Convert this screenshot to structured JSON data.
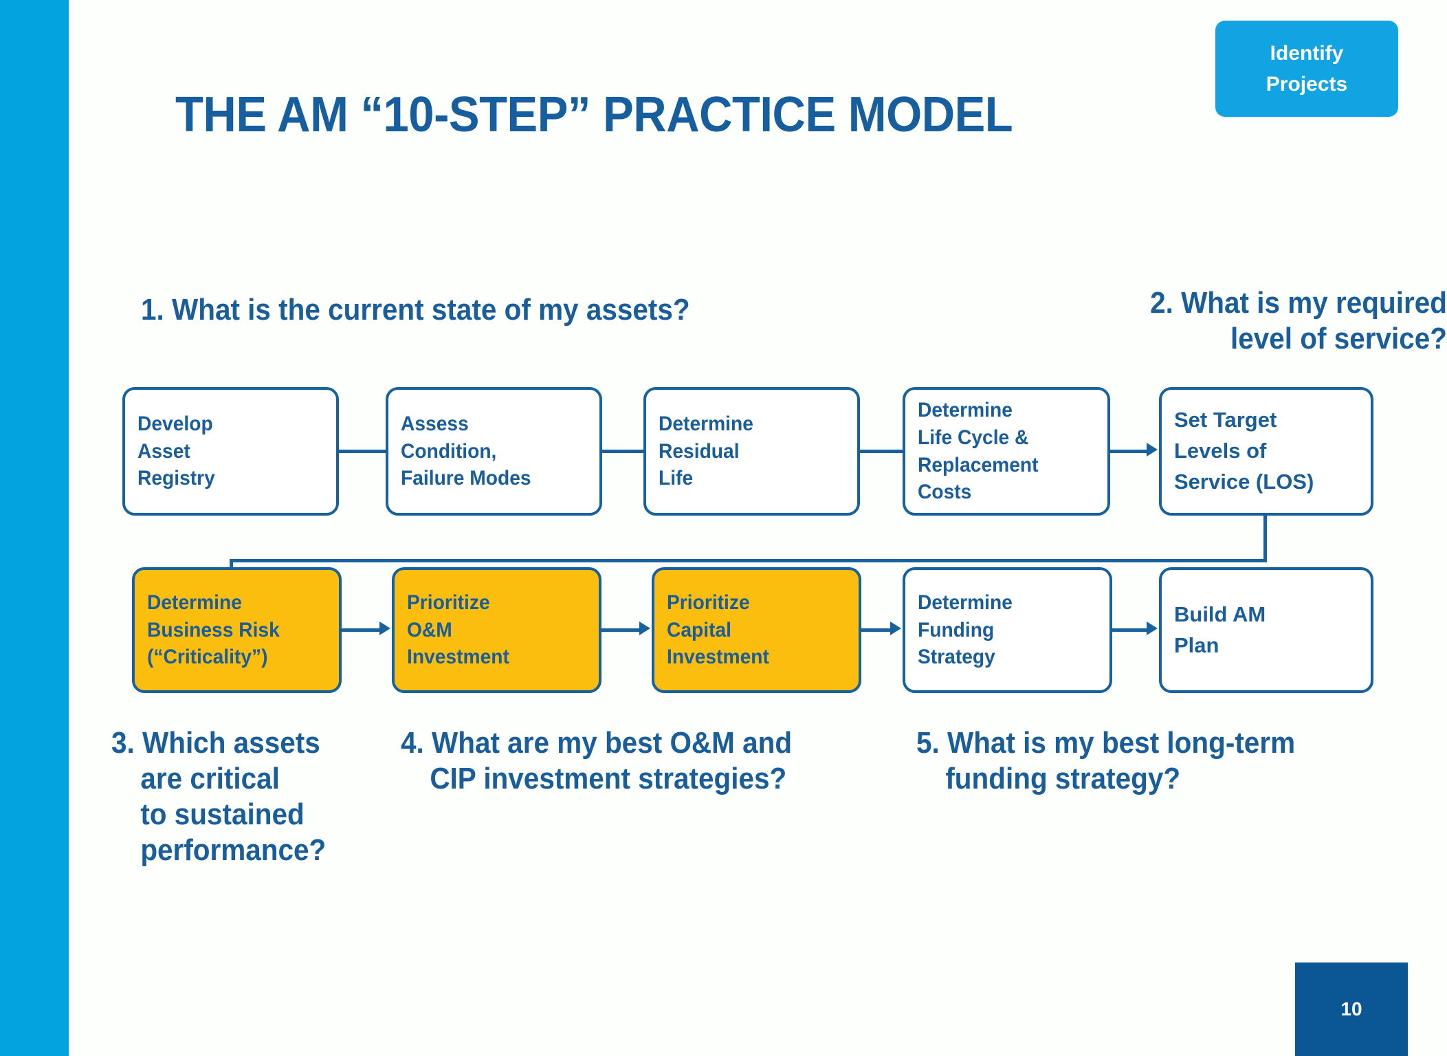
{
  "slide": {
    "title": "THE AM “10-STEP” PRACTICE MODEL",
    "page_number": "10",
    "accent_stripe_color": "#03A3E0",
    "background_color": "#FCFFFC"
  },
  "badge": {
    "line1": "Identify",
    "line2": "Projects",
    "color": "#11A3E2",
    "text_color": "#FFFFFF"
  },
  "questions": [
    {
      "number": "1.",
      "lines": [
        "1. What is the current state of my assets?"
      ]
    },
    {
      "number": "2.",
      "lines": [
        "2. What is my required",
        "level of service?"
      ]
    },
    {
      "number": "3.",
      "lines": [
        "3. Which assets",
        "are critical",
        "to sustained",
        "performance?"
      ]
    },
    {
      "number": "4.",
      "lines": [
        "4. What are my best O&M and",
        "CIP investment strategies?"
      ]
    },
    {
      "number": "5.",
      "lines": [
        "5. What is my best long-term",
        "funding strategy?"
      ]
    }
  ],
  "flow": {
    "box_border_color": "#18619F",
    "box_text_color": "#1A5D9B",
    "highlight_color": "#FBBE0E",
    "row1": [
      {
        "label": "Develop\nAsset\nRegistry",
        "highlight": false
      },
      {
        "label": "Assess\nCondition,\nFailure Modes",
        "highlight": false
      },
      {
        "label": "Determine\nResidual\nLife",
        "highlight": false
      },
      {
        "label": "Determine\nLife Cycle &\nReplacement\nCosts",
        "highlight": false
      },
      {
        "label": "Set Target\nLevels of\nService (LOS)",
        "highlight": false
      }
    ],
    "row2": [
      {
        "label": "Determine\nBusiness Risk\n(“Criticality”)",
        "highlight": true
      },
      {
        "label": "Prioritize\nO&M\nInvestment",
        "highlight": true
      },
      {
        "label": "Prioritize\nCapital\nInvestment",
        "highlight": true
      },
      {
        "label": "Determine\nFunding\nStrategy",
        "highlight": false
      },
      {
        "label": "Build AM\nPlan",
        "highlight": false
      }
    ]
  }
}
